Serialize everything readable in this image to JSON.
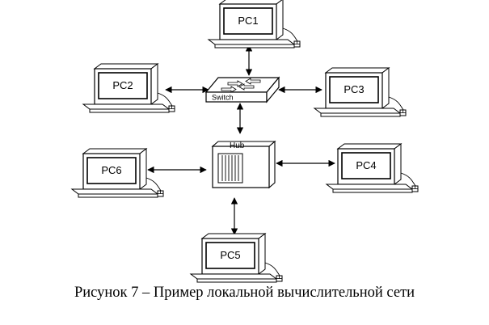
{
  "nodes": {
    "pc1": "PC1",
    "pc2": "PC2",
    "pc3": "PC3",
    "pc4": "PC4",
    "pc5": "PC5",
    "pc6": "PC6",
    "switch": "Switch",
    "hub": "Hub"
  },
  "caption": "Рисунок 7 – Пример локальной вычислительной сети"
}
